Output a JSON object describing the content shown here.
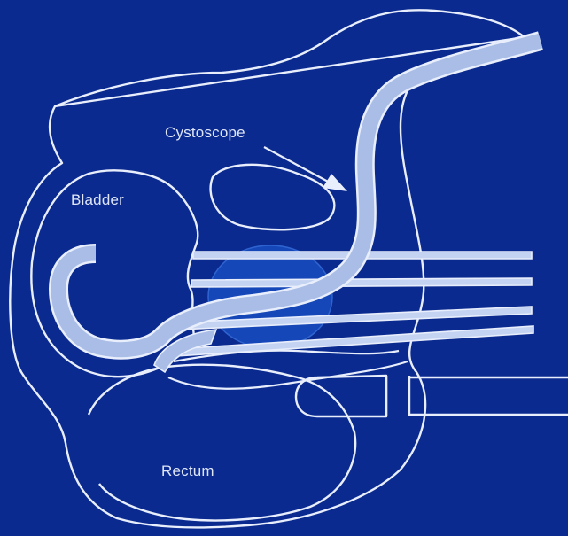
{
  "labels": {
    "cystoscope": "Cystoscope",
    "bladder": "Bladder",
    "rectum": "Rectum"
  },
  "colors": {
    "background": "#0a2a8f",
    "outline": "#e8eefc",
    "instrument": "#a9bde6",
    "prostate": "#1547b8",
    "label": "#dfe6f7"
  }
}
